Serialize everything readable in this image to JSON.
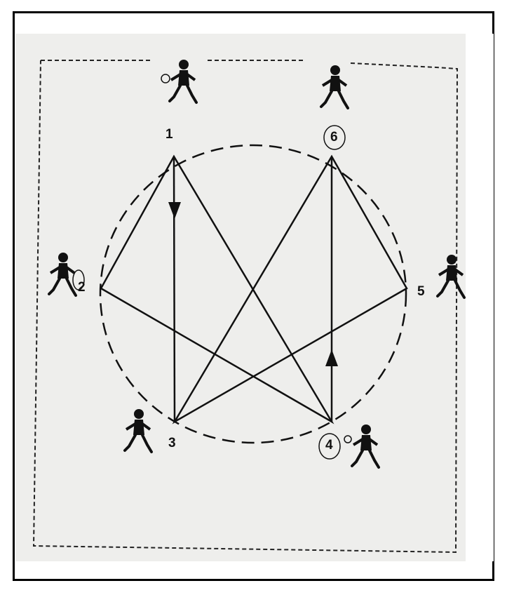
{
  "diagram": {
    "positions": [
      {
        "id": "1",
        "label": "1",
        "circled": false
      },
      {
        "id": "2",
        "label": "2",
        "circled": false
      },
      {
        "id": "3",
        "label": "3",
        "circled": false
      },
      {
        "id": "4",
        "label": "4",
        "circled": true
      },
      {
        "id": "5",
        "label": "5",
        "circled": false
      },
      {
        "id": "6",
        "label": "6",
        "circled": true
      }
    ],
    "pass_paths": [
      {
        "from": "1",
        "to": "3",
        "direction": "down"
      },
      {
        "from": "4",
        "to": "6",
        "direction": "up"
      }
    ],
    "triangles": [
      [
        "1",
        "4",
        "2"
      ],
      [
        "6",
        "5",
        "3"
      ]
    ],
    "players_with_ball": [
      "1",
      "2",
      "4"
    ],
    "colors": {
      "ink": "#111111",
      "paper": "#eeeeec",
      "frame": "#000000"
    }
  }
}
